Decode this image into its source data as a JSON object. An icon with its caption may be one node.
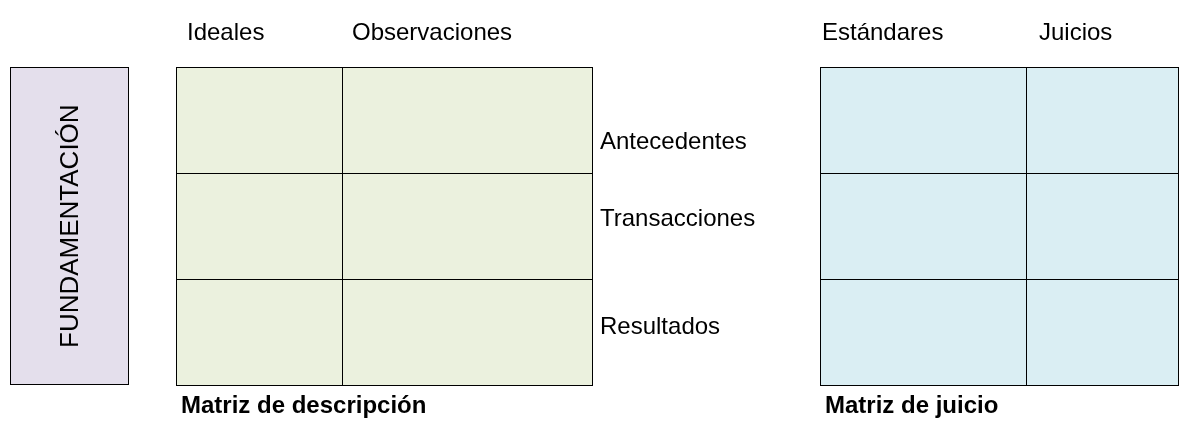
{
  "diagram": {
    "nodes": [
      {
        "text": [
          "FUNDAMENTACIÓN"
        ]
      },
      {
        "text": [
          "Matriz de descripción"
        ]
      },
      {
        "text": [],
        "shape": "box",
        "in": 1
      },
      {
        "text": [],
        "shape": "box",
        "in": 1
      },
      {
        "text": [],
        "shape": "box",
        "in": 1
      },
      {
        "text": [],
        "shape": "box",
        "in": 1
      },
      {
        "text": [],
        "shape": "box",
        "in": 1
      },
      {
        "text": [],
        "shape": "box",
        "in": 1
      },
      {
        "text": [
          "Matriz de juicio"
        ]
      },
      {
        "text": [],
        "shape": "box",
        "in": 8
      },
      {
        "text": [],
        "shape": "box",
        "in": 8
      },
      {
        "text": [],
        "shape": "box",
        "in": 8
      },
      {
        "text": [],
        "shape": "box",
        "in": 8
      },
      {
        "text": [],
        "shape": "box",
        "in": 8
      },
      {
        "text": [],
        "shape": "box",
        "in": 8
      }
    ],
    "labels": [
      "Ideales",
      "Observaciones",
      "Estándares",
      "Juicios",
      "Antecedentes",
      "Transacciones",
      "Resultados"
    ]
  }
}
